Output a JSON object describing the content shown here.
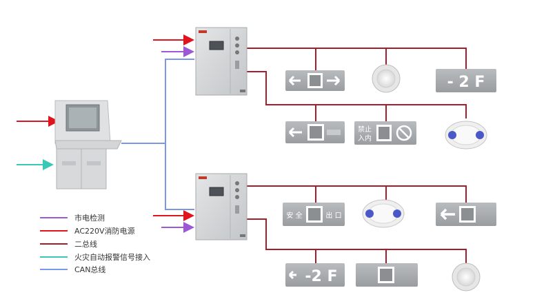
{
  "colors": {
    "mains_detect": "#9b59d6",
    "fire_power": "#e0141e",
    "bus": "#a51c2a",
    "fire_alarm_signal": "#39c7b6",
    "can_bus": "#7d95e8",
    "sign_bg": "#a9acae",
    "sign_fg": "#ffffff"
  },
  "legend": [
    {
      "label": "市电检测",
      "color_key": "mains_detect"
    },
    {
      "label": "AC220V消防电源",
      "color_key": "fire_power"
    },
    {
      "label": "二总线",
      "color_key": "bus"
    },
    {
      "label": "火灾自动报警信号接入",
      "color_key": "fire_alarm_signal"
    },
    {
      "label": "CAN总线",
      "color_key": "can_bus"
    }
  ],
  "icons": [
    "monitoring-host-icon",
    "distribution-box-icon",
    "bidirectional-exit-sign-icon",
    "downlight-icon",
    "floor-sign-icon",
    "left-exit-sign-icon",
    "no-entry-sign-icon",
    "twin-spot-emergency-light-icon",
    "safety-exit-sign-icon",
    "exit-sign-icon"
  ],
  "signs": {
    "floor_2f": "- 2 F",
    "floor_2f_arrow": "-2 F",
    "no_entry_l1": "禁止",
    "no_entry_l2": "入内",
    "safety_exit_left": "安 全",
    "safety_exit_right": "出 口"
  }
}
